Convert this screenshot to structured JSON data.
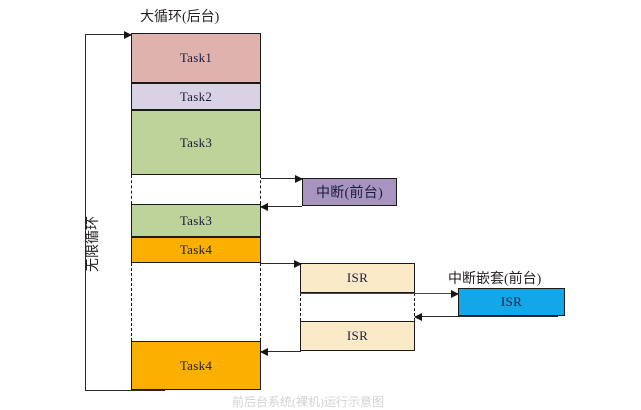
{
  "diagram": {
    "title_background_loop": "大循环(后台)",
    "label_infinite_loop": "无限循环",
    "label_interrupt_foreground": "中断(前台)",
    "label_nested_interrupt_foreground": "中断嵌套(前台)",
    "bottom_caption": "前后台系统(裸机)运行示意图",
    "colors": {
      "task1": "#e0b2ad",
      "task2": "#d8d2e4",
      "task3": "#bed39a",
      "task4": "#fbb000",
      "interrupt": "#a795c0",
      "isr": "#fbeac8",
      "nested_isr": "#14a7e8",
      "stroke": "#161616"
    },
    "main_column": {
      "blocks": [
        {
          "name": "task1",
          "label": "Task1",
          "fill": "#e0b2ad"
        },
        {
          "name": "task2",
          "label": "Task2",
          "fill": "#d8d2e4"
        },
        {
          "name": "task3",
          "label": "Task3",
          "fill": "#bed39a"
        },
        {
          "name": "idle1",
          "label": "",
          "fill": "#ffffff"
        },
        {
          "name": "task3-again",
          "label": "Task3",
          "fill": "#bed39a"
        },
        {
          "name": "task4",
          "label": "Task4",
          "fill": "#fbb000"
        },
        {
          "name": "idle2",
          "label": "",
          "fill": "#ffffff"
        },
        {
          "name": "task4-again",
          "label": "Task4",
          "fill": "#fbb000"
        }
      ]
    },
    "interrupt_column": {
      "blocks": [
        {
          "name": "interrupt-box",
          "label": "中断(前台)",
          "fill": "#a795c0"
        }
      ]
    },
    "isr_column": {
      "blocks": [
        {
          "name": "isr-first",
          "label": "ISR",
          "fill": "#fbeac8"
        },
        {
          "name": "isr-idle",
          "label": "",
          "fill": "#ffffff"
        },
        {
          "name": "isr-second",
          "label": "ISR",
          "fill": "#fbeac8"
        }
      ]
    },
    "nested_column": {
      "blocks": [
        {
          "name": "nested-isr",
          "label": "ISR",
          "fill": "#14a7e8"
        }
      ]
    }
  }
}
